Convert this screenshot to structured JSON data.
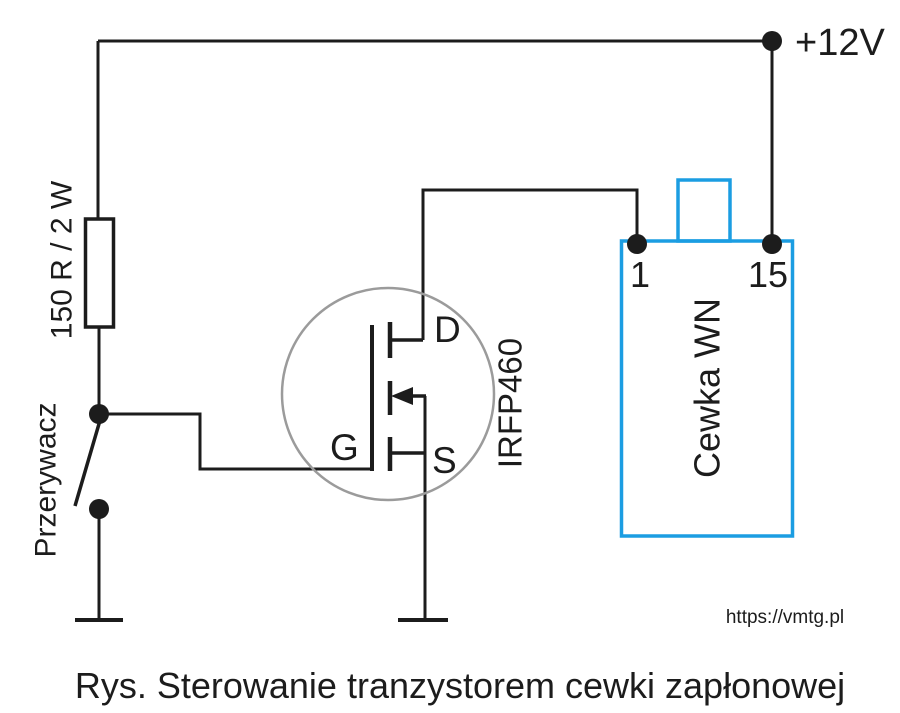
{
  "diagram": {
    "power_label": "+12V",
    "resistor": {
      "label": "150 R / 2 W"
    },
    "switch": {
      "label": "Przerywacz"
    },
    "transistor": {
      "part_number": "IRFP460",
      "pins": {
        "drain": "D",
        "gate": "G",
        "source": "S"
      }
    },
    "coil": {
      "label": "Cewka WN",
      "terminal_1": "1",
      "terminal_15": "15"
    },
    "source_url": "https://vmtg.pl",
    "caption": "Rys. Sterowanie tranzystorem cewki zapłonowej",
    "colors": {
      "wire": "#1c1c1c",
      "coil_outline": "#1b9de2",
      "transistor_circle": "#9b9b9b",
      "background": "#ffffff"
    }
  }
}
